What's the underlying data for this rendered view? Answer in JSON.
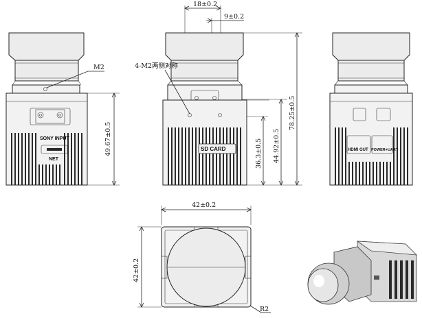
{
  "dimensions": {
    "d1": "18±0.2",
    "d2": "9±0.2",
    "d3": "78.25±0.5",
    "d4": "49.67±0.5",
    "d5": "36.3±0.5",
    "d6": "44.92±0.5",
    "d7": "42±0.2",
    "d8": "42±0.2",
    "d9": "R2"
  },
  "callouts": {
    "m2": "M2",
    "m2_sym": "4-M2两侧对称"
  },
  "panel_labels": {
    "sony_input": "SONY INPUT",
    "net": "NET",
    "sd_card": "SD CARD",
    "hdmi_out": "HDMI OUT",
    "power_uart": "POWER+UART"
  },
  "colors": {
    "line": "#222222",
    "body": "#f2f2f2",
    "vent": "#2a2a2a"
  }
}
